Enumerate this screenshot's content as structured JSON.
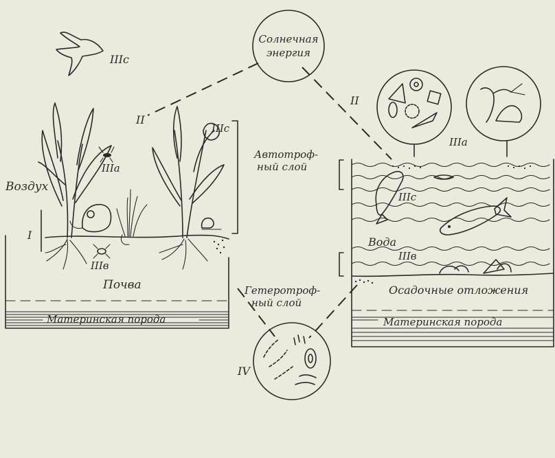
{
  "labels": {
    "sun": [
      "Солнечная",
      "энергия"
    ],
    "air": "Воздух",
    "soil": "Почва",
    "bedrock_left": "Материнская порода",
    "bedrock_right": "Материнская порода",
    "autotroph": [
      "Автотроф-",
      "ный слой"
    ],
    "heterotroph": [
      "Гетеротроф-",
      "ный слой"
    ],
    "water": "Вода",
    "sediments": "Осадочные отложения",
    "roman_I": "I",
    "roman_II_left": "II",
    "roman_II_right": "II",
    "roman_IIIa_left": "IIIa",
    "roman_IIIa_right": "IIIa",
    "roman_IIIb_left": "IIIв",
    "roman_IIIb_right": "IIIв",
    "roman_IIIc_bird": "IIIc",
    "roman_IIIc_plant": "IIIc",
    "roman_IIIc_fish": "IIIc",
    "roman_IV": "IV"
  },
  "colors": {
    "paper": "#ece9dd",
    "ink": "#2b2a26"
  }
}
